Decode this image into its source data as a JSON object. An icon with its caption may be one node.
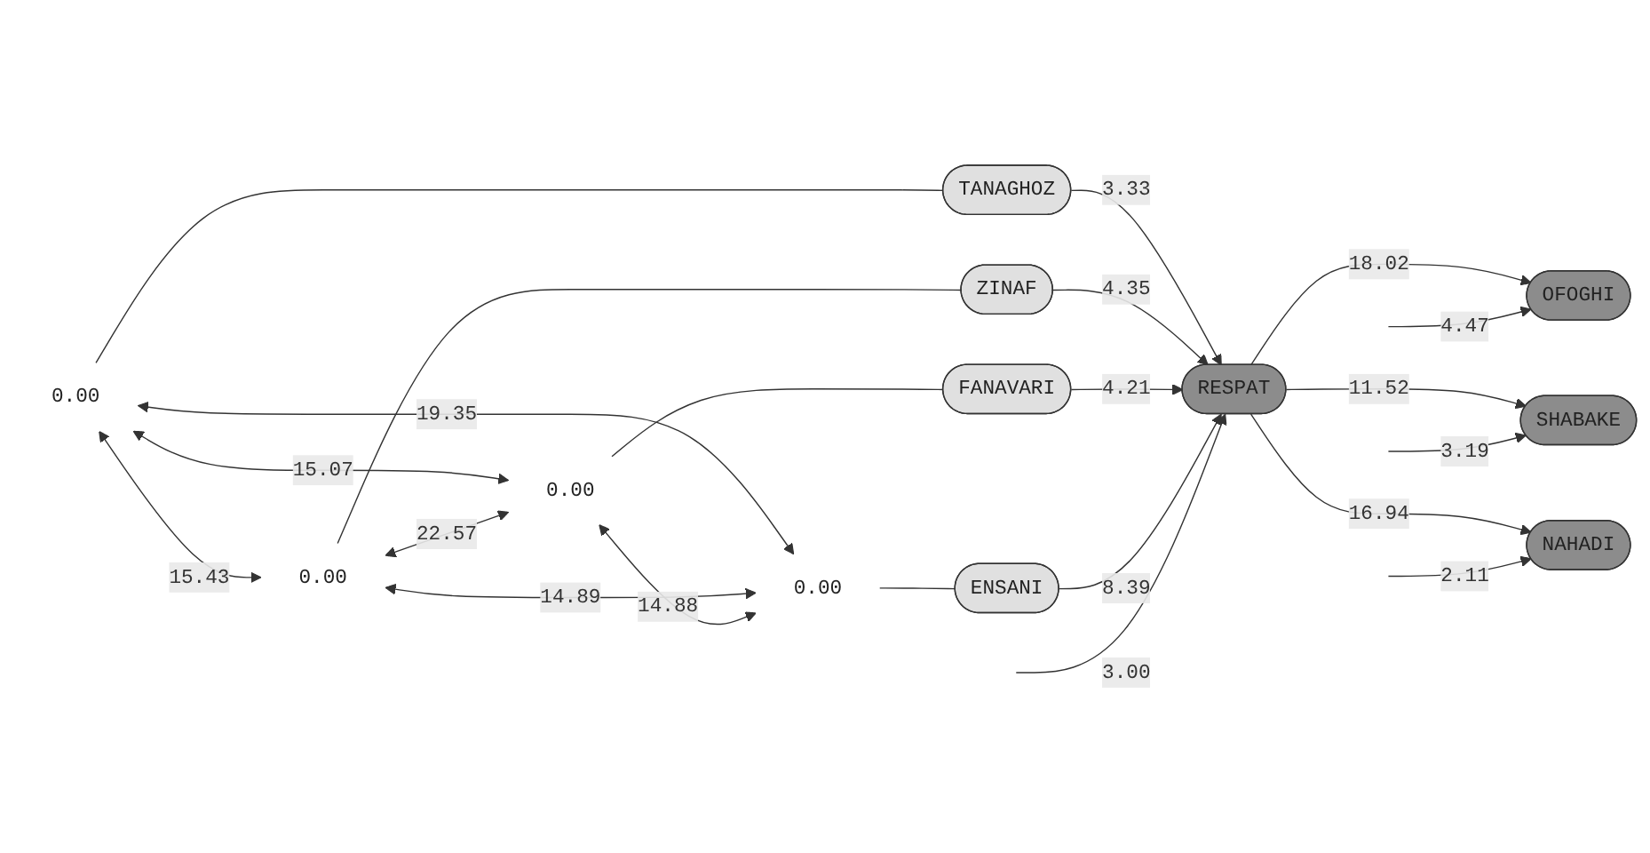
{
  "diagram": {
    "nodes": [
      {
        "text": [
          "0.00"
        ]
      },
      {
        "text": [
          "TANAGHOZ"
        ]
      },
      {
        "text": [
          "0.00"
        ]
      },
      {
        "text": [
          "ZINAF"
        ]
      },
      {
        "text": [
          "0.00"
        ]
      },
      {
        "text": [
          "FANAVARI"
        ]
      },
      {
        "text": [
          "0.00"
        ]
      },
      {
        "text": [
          "ENSANI"
        ]
      },
      {
        "text": [
          "RESPAT"
        ]
      },
      {
        "text": [
          "OFOGHI"
        ]
      },
      {
        "text": [
          "SHABAKE"
        ]
      },
      {
        "text": [
          "NAHADI"
        ]
      }
    ],
    "edges": [
      {
        "from": 0,
        "to": 1,
        "arrow": "none"
      },
      {
        "from": 2,
        "to": 3,
        "arrow": "none"
      },
      {
        "from": 4,
        "to": 5,
        "arrow": "none"
      },
      {
        "from": 6,
        "to": 7,
        "arrow": "none"
      },
      {
        "from": 0,
        "to": 2,
        "arrow": "both",
        "label": "15.43"
      },
      {
        "from": 0,
        "to": 4,
        "arrow": "both",
        "label": "15.07"
      },
      {
        "from": 0,
        "to": 6,
        "arrow": "both",
        "label": "19.35"
      },
      {
        "from": 2,
        "to": 4,
        "arrow": "both",
        "label": "22.57"
      },
      {
        "from": 2,
        "to": 6,
        "arrow": "both",
        "label": "14.89"
      },
      {
        "from": 4,
        "to": 6,
        "arrow": "both",
        "label": "14.88"
      },
      {
        "from": 1,
        "to": 8,
        "arrow": "to",
        "label": "3.33"
      },
      {
        "from": 3,
        "to": 8,
        "arrow": "to",
        "label": "4.35"
      },
      {
        "from": 5,
        "to": 8,
        "arrow": "to",
        "label": "4.21"
      },
      {
        "from": 7,
        "to": 8,
        "arrow": "to",
        "label": "8.39"
      },
      {
        "from": 8,
        "to": 9,
        "arrow": "to",
        "label": "18.02"
      },
      {
        "from": 8,
        "to": 10,
        "arrow": "to",
        "label": "11.52"
      },
      {
        "from": 8,
        "to": 11,
        "arrow": "to",
        "label": "16.94"
      },
      {
        "from": null,
        "to": 8,
        "arrow": "to",
        "label": "3.00"
      },
      {
        "from": null,
        "to": 9,
        "arrow": "to",
        "label": "4.47"
      },
      {
        "from": null,
        "to": 10,
        "arrow": "to",
        "label": "3.19"
      },
      {
        "from": null,
        "to": 11,
        "arrow": "to",
        "label": "2.11"
      }
    ]
  }
}
